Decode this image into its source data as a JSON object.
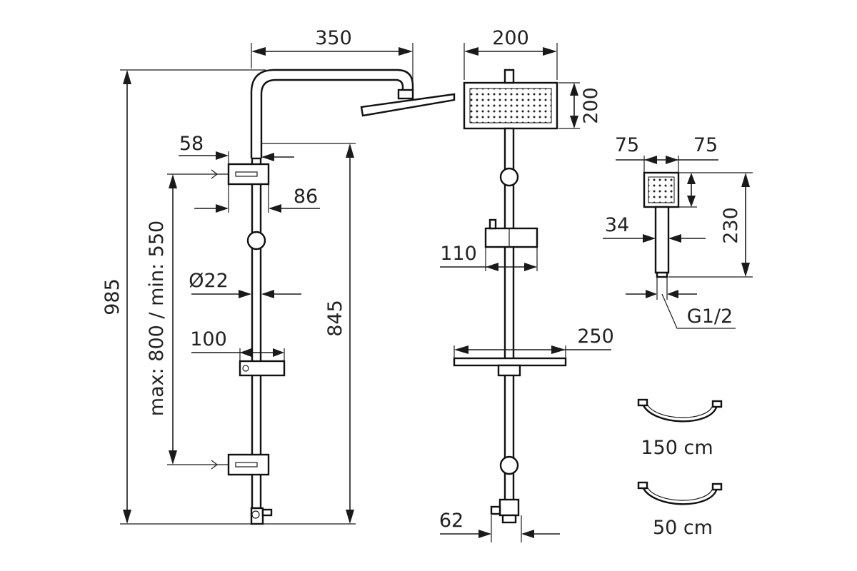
{
  "colors": {
    "line": "#1a1a1a",
    "background": "#ffffff"
  },
  "side_view": {
    "arm_reach": "350",
    "mount_offset": "58",
    "bracket_depth": "86",
    "bar_diameter": "Ø22",
    "holder_depth": "100",
    "total_height": "985",
    "bar_height": "845",
    "mount_spacing": "max: 800 / min: 550"
  },
  "front_view": {
    "head_width": "200",
    "head_height": "200",
    "valve_width": "110",
    "shelf_width": "250",
    "bottom_outlet_offset": "62"
  },
  "hand_shower": {
    "head_width_left": "75",
    "head_width_right": "75",
    "length": "230",
    "handle_diameter": "34",
    "thread": "G1/2"
  },
  "hoses": [
    {
      "length": "150 cm"
    },
    {
      "length": "50 cm"
    }
  ]
}
